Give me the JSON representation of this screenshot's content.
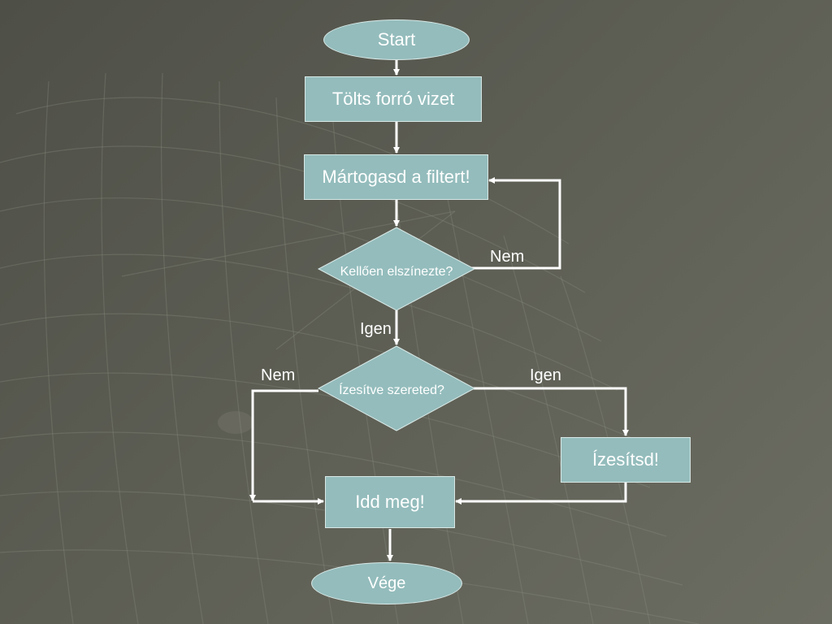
{
  "diagram": {
    "nodes": {
      "start": "Start",
      "pour": "Tölts forró vizet",
      "dip": "Mártogasd a filtert!",
      "check_color": "Kellően elszínezte?",
      "check_flavor": "Ízesítve szereted?",
      "flavor": "Ízesítsd!",
      "drink": "Idd meg!",
      "end": "Vége"
    },
    "edge_labels": {
      "color_no": "Nem",
      "color_yes": "Igen",
      "flavor_no": "Nem",
      "flavor_yes": "Igen"
    },
    "colors": {
      "node_fill": "#94bcbc",
      "node_border": "#d8e8e6",
      "arrow": "#ffffff",
      "background": "#5c5d53"
    }
  }
}
